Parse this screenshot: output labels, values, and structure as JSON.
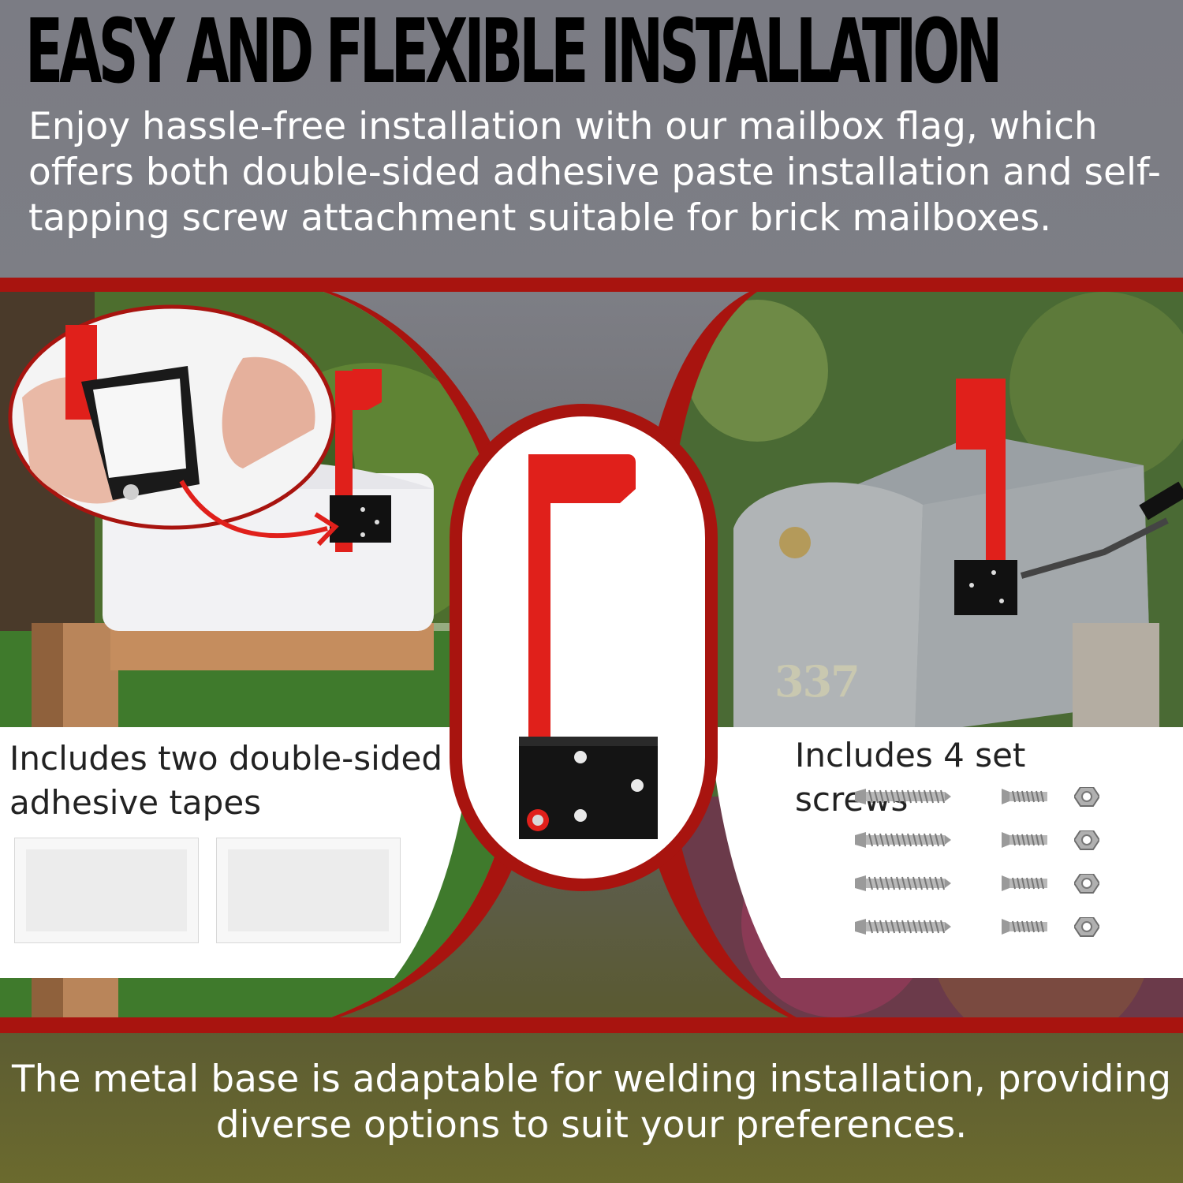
{
  "headline": "EASY AND FLEXIBLE INSTALLATION",
  "intro": "Enjoy hassle-free installation with our mailbox flag, which offers both double-sided adhesive paste installation and self-tapping screw attachment suitable for brick mailboxes.",
  "left_panel": {
    "caption": "Includes two double-sided adhesive tapes",
    "tape_count": 2
  },
  "right_panel": {
    "caption": "Includes 4 set screws",
    "house_number": "337",
    "screw_sets": 4
  },
  "footer": "The metal base is adaptable for welding installation, providing diverse options to suit your preferences.",
  "colors": {
    "flag_red": "#e0201b",
    "frame_red": "#a8140f",
    "base_black": "#111111",
    "background_top": "#7b7c84",
    "background_bottom": "#6b6a2e"
  },
  "icons": [
    "mailbox-flag",
    "adhesive-tape",
    "self-tapping-screw",
    "machine-screw",
    "hex-nut",
    "curved-arrow",
    "screwdriver"
  ]
}
